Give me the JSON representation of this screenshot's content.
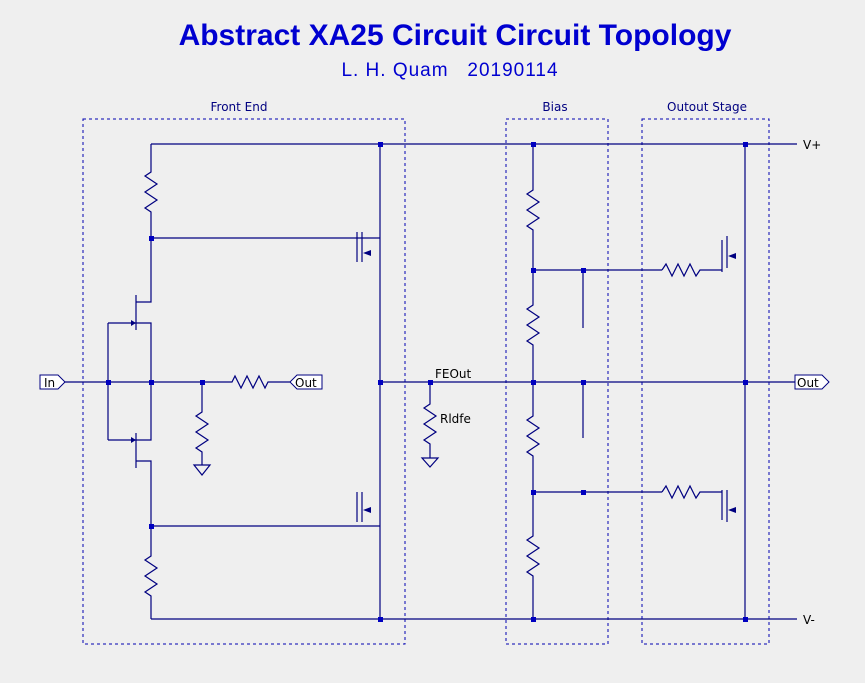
{
  "title": "Abstract XA25 Circuit Circuit Topology",
  "subtitle": "L. H. Quam   20190114",
  "sections": {
    "front_end": "Front End",
    "bias": "Bias",
    "output_stage": "Outout Stage"
  },
  "ports": {
    "input": "In",
    "output_front": "Out",
    "output_main": "Out"
  },
  "nets": {
    "vplus": "V+",
    "vminus": "V-",
    "feout": "FEOut",
    "rldfe": "Rldfe"
  },
  "colors": {
    "title": "#0000d0",
    "wire": "#000080",
    "box": "#0000b0",
    "background": "#efefef"
  }
}
